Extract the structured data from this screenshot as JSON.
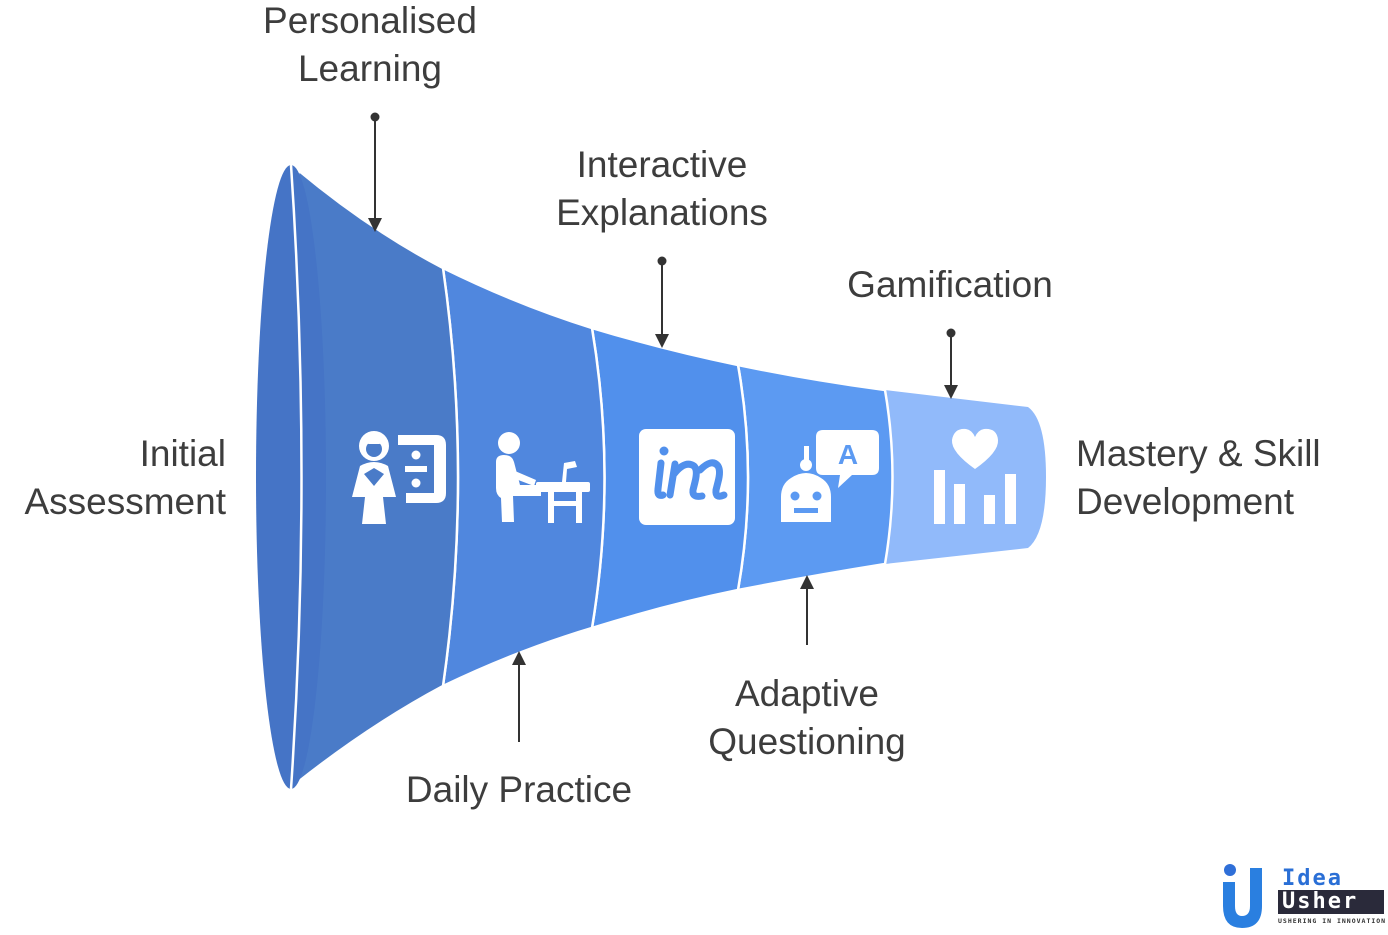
{
  "diagram": {
    "labels": {
      "initial_assessment": [
        "Initial",
        "Assessment"
      ],
      "personalised_learning": [
        "Personalised",
        "Learning"
      ],
      "daily_practice": [
        "Daily Practice"
      ],
      "interactive_explanations": [
        "Interactive",
        "Explanations"
      ],
      "adaptive_questioning": [
        "Adaptive",
        "Questioning"
      ],
      "gamification": [
        "Gamification"
      ],
      "mastery": [
        "Mastery & Skill",
        "Development"
      ]
    },
    "icons": [
      "teacher-board-icon",
      "student-desk-icon",
      "invision-icon",
      "chatbot-icon",
      "heart-chart-icon"
    ],
    "colors": {
      "mouth": "#4574c6",
      "segment_1": "#4a7bc8",
      "segment_2": "#5087de",
      "segment_3": "#5190ec",
      "segment_4": "#5c9af2",
      "segment_5": "#91bafa",
      "text": "#3d3d3d",
      "connector": "#333333"
    }
  },
  "logo": {
    "line1": "Idea",
    "line2": "Usher",
    "tagline": "USHERING IN INNOVATION"
  }
}
